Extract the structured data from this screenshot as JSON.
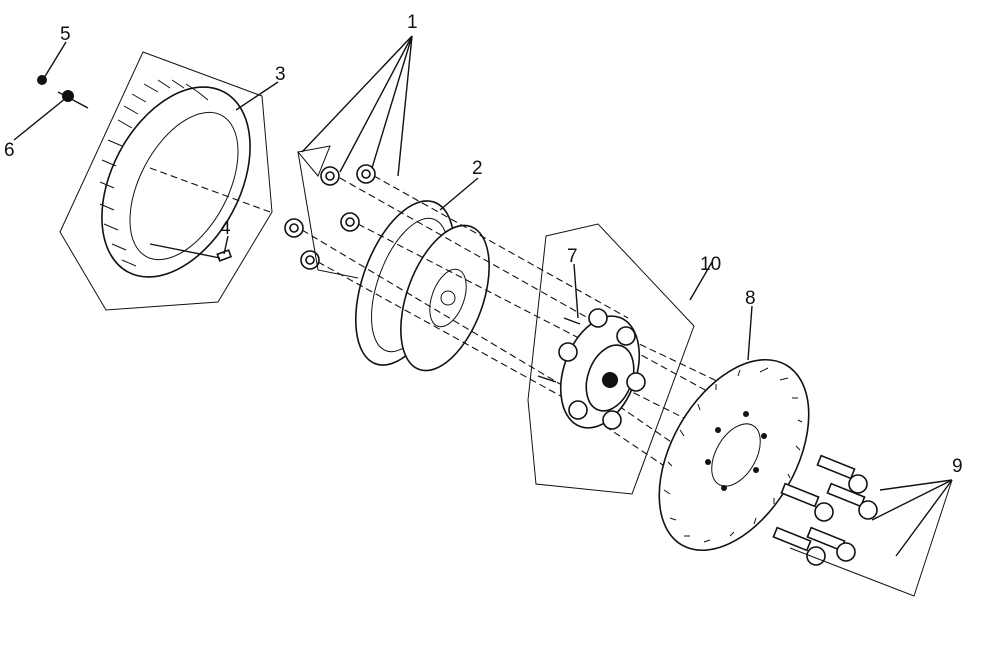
{
  "callouts": [
    {
      "id": "1",
      "text": "1"
    },
    {
      "id": "2",
      "text": "2"
    },
    {
      "id": "3",
      "text": "3"
    },
    {
      "id": "4",
      "text": "4"
    },
    {
      "id": "5",
      "text": "5"
    },
    {
      "id": "6",
      "text": "6"
    },
    {
      "id": "7",
      "text": "7"
    },
    {
      "id": "8",
      "text": "8"
    },
    {
      "id": "9",
      "text": "9"
    },
    {
      "id": "10",
      "text": "10"
    }
  ],
  "colors": {
    "ink": "#111111",
    "background": "#ffffff"
  }
}
